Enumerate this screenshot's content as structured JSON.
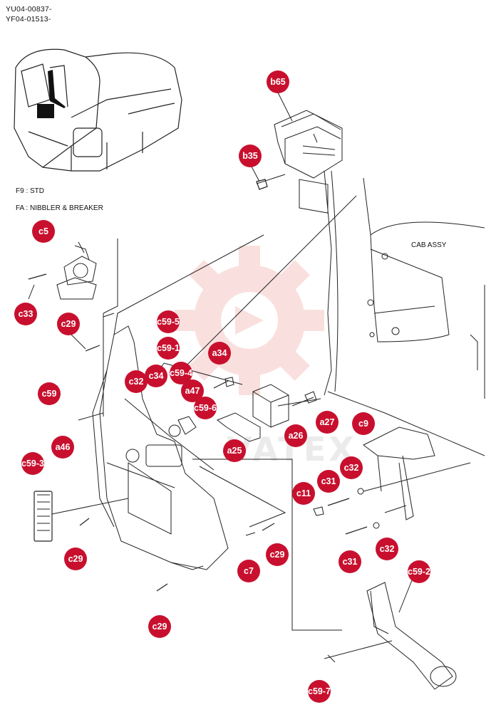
{
  "header": {
    "code1": "YU04-00837-",
    "code2": "YF04-01513-"
  },
  "notes": {
    "f9": "F9 : STD",
    "fa": "FA : NIBBLER & BREAKER"
  },
  "cab_label": "CAB ASSY",
  "watermark_text": "VATEX",
  "colors": {
    "callout": "#c8102e",
    "line": "#222222",
    "watermark": "#e0443a"
  },
  "callouts": [
    "b65",
    "b35",
    "c5",
    "c33",
    "c29",
    "c59-5",
    "c59-1",
    "c32",
    "c34",
    "c59-4",
    "a34",
    "a47",
    "c59",
    "c59-6",
    "a27",
    "a46",
    "a26",
    "a25",
    "c9",
    "c59-3",
    "c32",
    "c31",
    "c11",
    "c29",
    "c29",
    "c7",
    "c31",
    "c32",
    "c59-2",
    "c29",
    "c59-7"
  ]
}
